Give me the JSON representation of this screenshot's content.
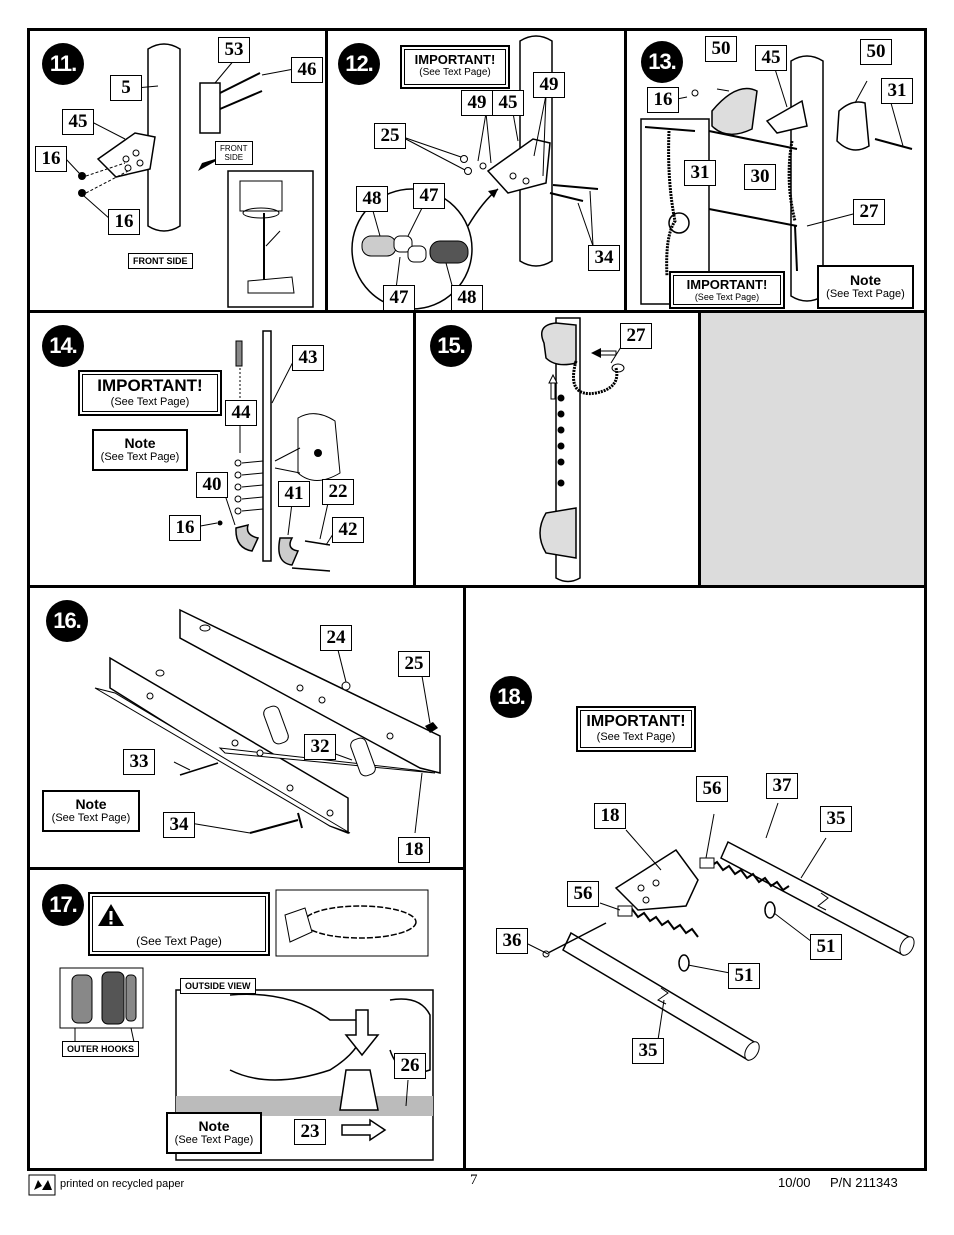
{
  "steps": {
    "s11": {
      "number": "11.",
      "parts": [
        "53",
        "46",
        "5",
        "45",
        "16",
        "16"
      ],
      "tag_front_side_small": "FRONT\nSIDE",
      "tag_front_side": "FRONT SIDE"
    },
    "s12": {
      "number": "12.",
      "important": "IMPORTANT!",
      "important_sub": "(See Text Page)",
      "parts": [
        "49",
        "45",
        "49",
        "25",
        "48",
        "47",
        "34",
        "47",
        "48"
      ]
    },
    "s13": {
      "number": "13.",
      "parts": [
        "50",
        "45",
        "50",
        "16",
        "31",
        "31",
        "30",
        "27"
      ],
      "important": "IMPORTANT!",
      "important_sub": "(See Text Page)",
      "note": "Note",
      "note_sub": "(See Text Page)"
    },
    "s14": {
      "number": "14.",
      "important": "IMPORTANT!",
      "important_sub": "(See Text Page)",
      "note": "Note",
      "note_sub": "(See Text Page)",
      "parts": [
        "43",
        "44",
        "40",
        "41",
        "22",
        "16",
        "42"
      ]
    },
    "s15": {
      "number": "15.",
      "parts": [
        "27"
      ]
    },
    "s16": {
      "number": "16.",
      "parts": [
        "24",
        "25",
        "33",
        "32",
        "34",
        "18"
      ],
      "note": "Note",
      "note_sub": "(See Text Page)"
    },
    "s17": {
      "number": "17.",
      "warning_sub": "(See Text Page)",
      "tag_outer_hooks": "OUTER HOOKS",
      "tag_outside_view": "OUTSIDE VIEW",
      "parts": [
        "26",
        "23"
      ],
      "note": "Note",
      "note_sub": "(See Text Page)"
    },
    "s18": {
      "number": "18.",
      "important": "IMPORTANT!",
      "important_sub": "(See Text Page)",
      "parts": [
        "56",
        "37",
        "18",
        "35",
        "56",
        "36",
        "51",
        "51",
        "35"
      ]
    }
  },
  "footer": {
    "recycled": "printed on recycled paper",
    "page": "7",
    "date": "10/00",
    "part_number": "P/N 211343"
  }
}
